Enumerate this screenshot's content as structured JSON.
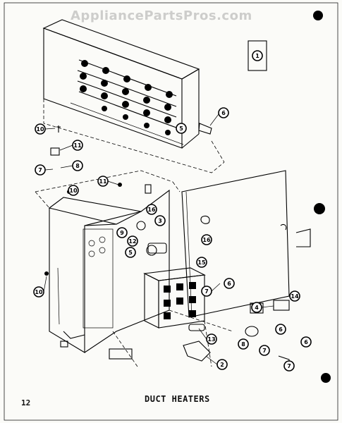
{
  "watermark": "AppliancePartsPros.com",
  "page_number": "12",
  "caption": "DUCT HEATERS",
  "colors": {
    "ink": "#000000",
    "paper": "#fbfbf8"
  },
  "callouts": {
    "c1": "1",
    "c2": "2",
    "c3": "3",
    "c4": "4",
    "c5": "5",
    "c6": "6",
    "c7": "7",
    "c8": "8",
    "c9": "9",
    "c10": "10",
    "c11": "11",
    "c12": "12",
    "c13": "13",
    "c14": "14",
    "c15": "15",
    "c16": "16"
  }
}
